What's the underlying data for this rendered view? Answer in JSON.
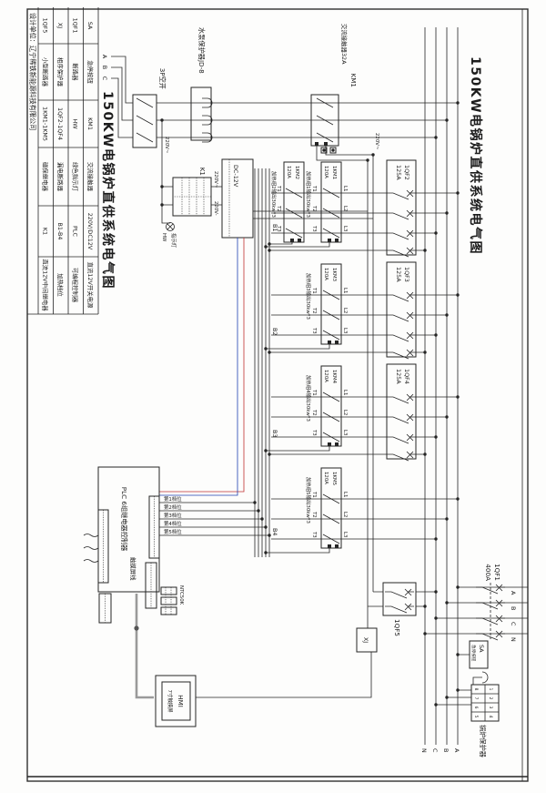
{
  "titles": {
    "main": "150KW电锅炉直供系统电气图"
  },
  "legend": {
    "rows": [
      [
        "SA",
        "急停按钮",
        "KM1",
        "交流接触器",
        "220V/DC12V",
        "直流12V开关电源"
      ],
      [
        "1QF1",
        "断路器",
        "HW",
        "绿色指示灯",
        "PLC",
        "可编程控制器"
      ],
      [
        "XJ",
        "相序保护器",
        "1QF2-1QF4",
        "漏电断路器",
        "B1-B4",
        "加热档位"
      ],
      [
        "1QF5",
        "小型断路器",
        "1KM1-1KM5",
        "磁保继电器",
        "K1",
        "直流12V中间继电器"
      ]
    ],
    "designer": "设计单位：辽宁稀铁新能源科技有限公司"
  },
  "bus": {
    "phases": [
      "A",
      "B",
      "C",
      "N"
    ]
  },
  "incoming": {
    "breaker": "1QF1",
    "rating": "400A",
    "estop": "SA",
    "estop_note": "急停按钮",
    "protector": "锅炉保护器",
    "protector_pins": [
      "1",
      "2",
      "3",
      "4",
      "8",
      "7",
      "6",
      "5"
    ],
    "aux_breaker": "1QF5",
    "phase_relay": "XJ"
  },
  "pump": {
    "breaker_label": "3P空开",
    "protector": "水泵保护器JD-8",
    "contactor": "KM1",
    "contactor_note": "交流接触器32A",
    "phases": [
      "A",
      "B",
      "C"
    ],
    "voltage": "220V~"
  },
  "control": {
    "coil_voltage": "220V~",
    "psu_in1": "220V~",
    "psu_in2": "220V-",
    "psu_output": "DC-12V",
    "relay": "K1",
    "lamp": "HW",
    "lamp_note": "指示灯"
  },
  "plc": {
    "label": "PLC 6组继电器控制器",
    "outputs": [
      "第1档位",
      "第2档位",
      "第3档位",
      "第4档位",
      "第5档位"
    ],
    "gears": [
      "B1",
      "B2",
      "B3",
      "B4"
    ],
    "sensor": "NTC50K",
    "hmi": "HMI",
    "hmi_note": "7寸触摸屏",
    "cable": "触摸屏线"
  },
  "contacts": {
    "L": [
      "L1",
      "L2",
      "L3"
    ],
    "T": [
      "T1",
      "T2",
      "T3"
    ]
  },
  "branches": [
    {
      "qf": "1QF2",
      "qf_rating": "125A",
      "kms": [
        {
          "name": "1KM1",
          "rating": "120A",
          "heater": "加热组1输出30kw*3"
        },
        {
          "name": "1KM2",
          "rating": "120A",
          "heater": "加热组2输出30kw*3"
        }
      ]
    },
    {
      "qf": "1QF3",
      "qf_rating": "125A",
      "kms": [
        {
          "name": "1KM3",
          "rating": "120A",
          "heater": "加热组3输出30kw*3"
        }
      ]
    },
    {
      "qf": "1QF4",
      "qf_rating": "125A",
      "kms": [
        {
          "name": "1KM4",
          "rating": "120A",
          "heater": "加热组4输出30kw*3"
        }
      ]
    },
    {
      "qf": "",
      "qf_rating": "",
      "kms": [
        {
          "name": "1KM5",
          "rating": "120A",
          "heater": "加热组5输出30kw*3"
        }
      ]
    }
  ]
}
